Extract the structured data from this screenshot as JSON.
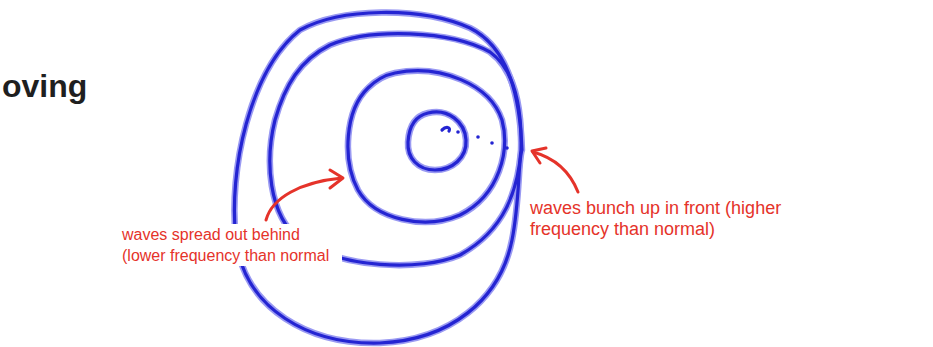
{
  "diagram": {
    "title": "oving",
    "labels": [
      "waves spread out behind (lower frequency than normal",
      "waves bunch up in front (higher frequency than normal)"
    ]
  }
}
